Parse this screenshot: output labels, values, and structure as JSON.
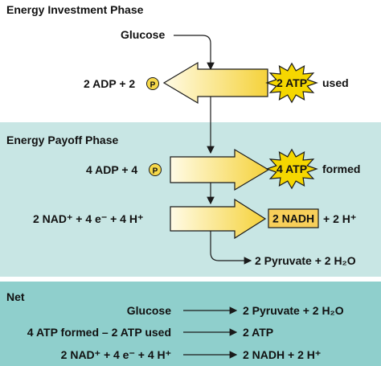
{
  "colors": {
    "investment_bg": "#ffffff",
    "payoff_bg": "#c8e6e4",
    "net_bg": "#8fcfcc",
    "divider": "#ffffff",
    "arrow_fill_dark": "#f5d23a",
    "arrow_fill_light": "#fffbe6",
    "burst_fill": "#f5d700",
    "nadh_box": "#f7cf5a",
    "line": "#1a1a1a"
  },
  "investment": {
    "title": "Energy Investment Phase",
    "glucose": "Glucose",
    "adp_left": "2 ADP + 2",
    "p_symbol": "P",
    "atp_burst": "2 ATP",
    "atp_word": "used"
  },
  "payoff": {
    "title": "Energy Payoff Phase",
    "adp_left": "4 ADP + 4",
    "p_symbol": "P",
    "atp_burst": "4 ATP",
    "atp_word": "formed",
    "nad_left": "2 NAD⁺ + 4 e⁻ + 4 H⁺",
    "nadh_box": "2 NADH",
    "nadh_right": "+ 2 H⁺",
    "pyruvate": "2 Pyruvate + 2 H₂O"
  },
  "net": {
    "title": "Net",
    "rows": [
      {
        "left": "Glucose",
        "right": "2 Pyruvate + 2 H₂O"
      },
      {
        "left": "4 ATP formed – 2 ATP used",
        "right": "2 ATP"
      },
      {
        "left": "2 NAD⁺ + 4 e⁻ + 4 H⁺",
        "right": "2 NADH + 2 H⁺"
      }
    ]
  }
}
